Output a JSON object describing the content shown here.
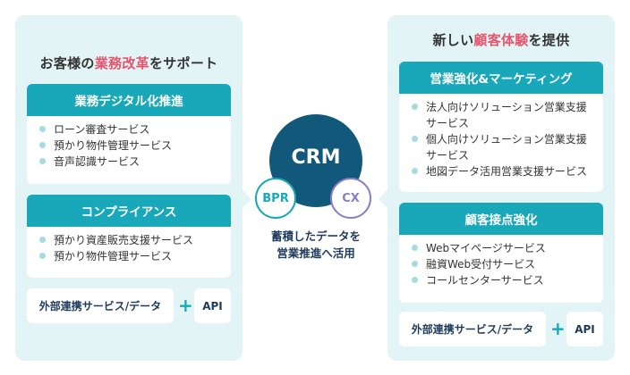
{
  "left": {
    "title_prefix": "お客様の",
    "title_highlight": "業務改革",
    "title_suffix": "をサポート",
    "cards": [
      {
        "header": "業務デジタル化推進",
        "items": [
          "ローン審査サービス",
          "預かり物件管理サービス",
          "音声認識サービス"
        ]
      },
      {
        "header": "コンプライアンス",
        "items": [
          "預かり資産販売支援サービス",
          "預かり物件管理サービス"
        ]
      }
    ],
    "external": {
      "data_label": "外部連携サービス/データ",
      "plus": "+",
      "api_label": "API"
    }
  },
  "center": {
    "crm_label": "CRM",
    "bpr_label": "BPR",
    "cx_label": "CX",
    "caption_line1": "蓄積したデータを",
    "caption_line2": "営業推進へ活用"
  },
  "right": {
    "title_prefix": "新しい",
    "title_highlight": "顧客体験",
    "title_suffix": "を提供",
    "cards": [
      {
        "header": "営業強化&マーケティング",
        "items": [
          "法人向けソリューション営業支援サービス",
          "個人向けソリューション営業支援サービス",
          "地図データ活用営業支援サービス"
        ]
      },
      {
        "header": "顧客接点強化",
        "items": [
          "Webマイページサービス",
          "融資Web受付サービス",
          "コールセンターサービス"
        ]
      }
    ],
    "external": {
      "data_label": "外部連携サービス/データ",
      "plus": "+",
      "api_label": "API"
    }
  },
  "colors": {
    "panel_bg": "#e2f4f6",
    "card_header": "#18a8ba",
    "highlight": "#e8546b",
    "crm_circle": "#12587a",
    "cx_ring": "#8a7fc6",
    "navy_text": "#1f3b5c"
  }
}
